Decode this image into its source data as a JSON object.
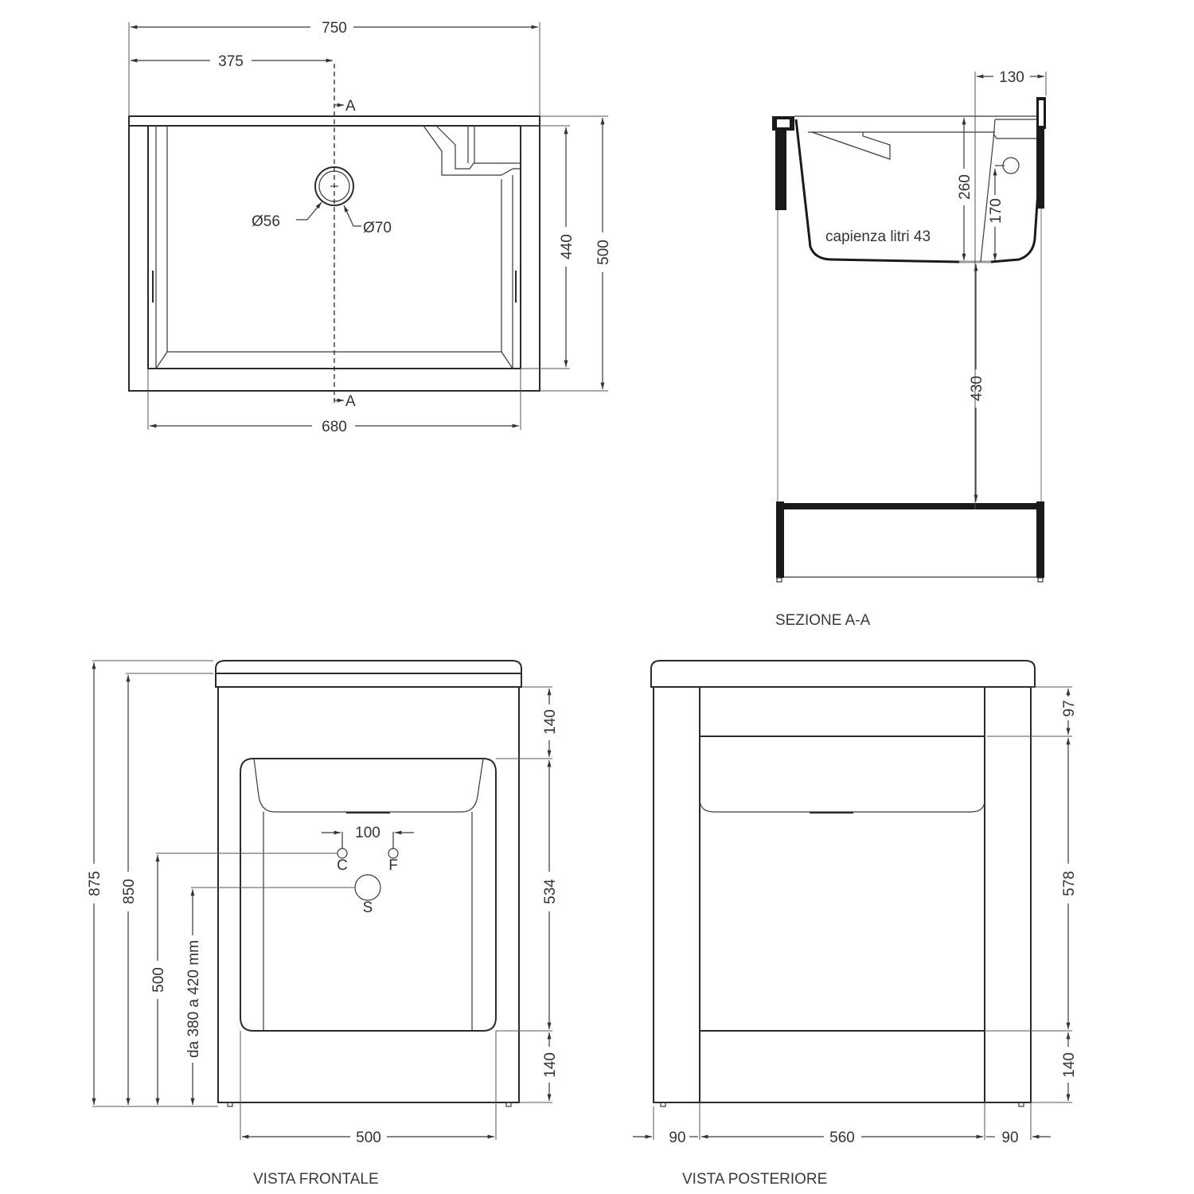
{
  "drawing": {
    "subject": "laundry sink cabinet technical drawing",
    "units": "mm"
  },
  "views": {
    "top": {
      "section_marker": "A",
      "dims": {
        "overall_width": "750",
        "center_offset": "375",
        "inner_width": "680",
        "inner_depth": "440",
        "overall_depth": "500",
        "drain_inner_dia": "Ø56",
        "drain_outer_dia": "Ø70"
      }
    },
    "section": {
      "title": "SEZIONE A-A",
      "capacity_label": "capienza litri 43",
      "dims": {
        "overflow_offset": "130",
        "basin_depth": "260",
        "overflow_height": "170",
        "drain_to_shelf": "430"
      }
    },
    "front": {
      "title": "VISTA FRONTALE",
      "connections": {
        "hot": "C",
        "cold": "F",
        "drain": "S",
        "spacing": "100"
      },
      "dims": {
        "total_height": "875",
        "body_height": "850",
        "supply_height": "500",
        "drain_height_range": "da 380 a 420 mm",
        "top_band": "140",
        "door_height": "534",
        "bottom_band": "140",
        "door_width": "500"
      }
    },
    "rear": {
      "title": "VISTA POSTERIORE",
      "dims": {
        "top_band": "97",
        "opening_height": "578",
        "bottom_band": "140",
        "left_post": "90",
        "opening_width": "560",
        "right_post": "90"
      }
    }
  }
}
